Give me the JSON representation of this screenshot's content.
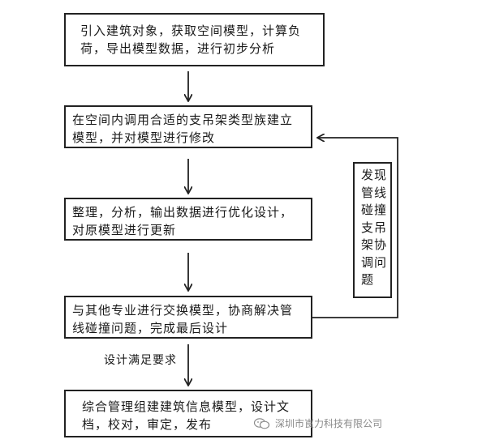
{
  "steps": [
    {
      "line1": "引入建筑对象，获取空间模型，计算负",
      "line2": "荷，导出模型数据，进行初步分析"
    },
    {
      "line1": "在空间内调用合适的支吊架类型族建立",
      "line2": "模型，并对模型进行修改"
    },
    {
      "line1": "整理，分析，输出数据进行优化设计，",
      "line2": "对原模型进行更新"
    },
    {
      "line1": "与其他专业进行交换模型，协商解决管",
      "line2": "线碰撞问题，完成最后设计"
    },
    {
      "line1": "综合管理组建建筑信息模型，设计文",
      "line2": "档，校对，审定，发布"
    }
  ],
  "feedback_label": "发现管线碰撞支吊架协调问题",
  "condition_label": "设计满足要求",
  "watermark": {
    "text": "深圳市崀力科技有限公司",
    "icon": "wechat-icon"
  },
  "colors": {
    "line": "#222222",
    "watermark": "#8a8a8a"
  }
}
